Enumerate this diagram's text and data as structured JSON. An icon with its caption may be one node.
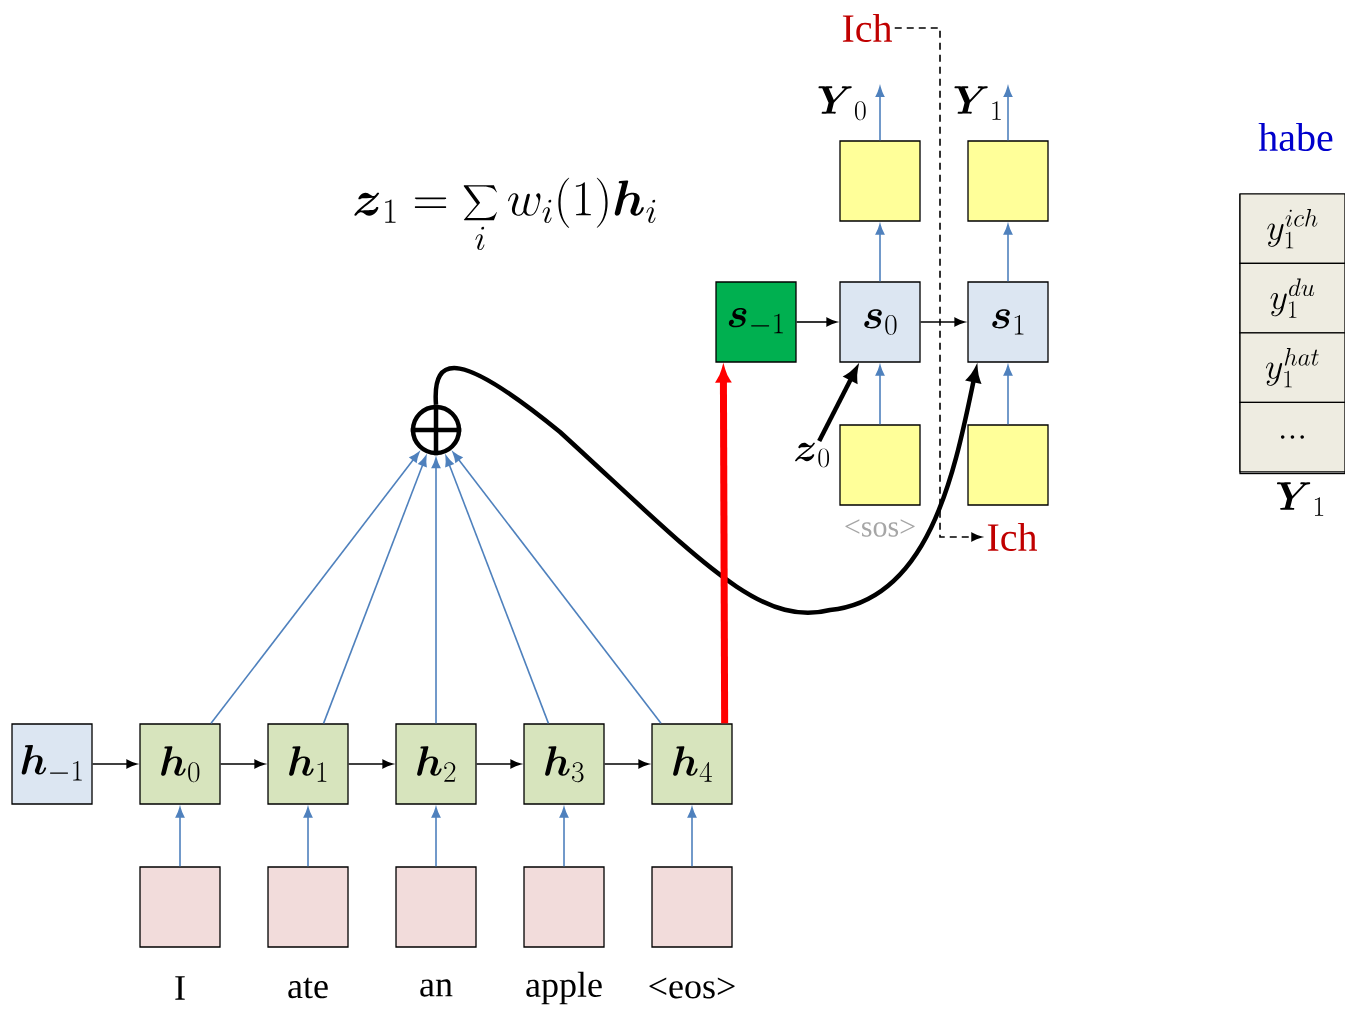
{
  "diagram": {
    "nodes": [
      {
        "text": [
          "\\boldsymbol{h}_{-1}"
        ]
      },
      {
        "text": [
          "\\boldsymbol{h}_{0}"
        ]
      },
      {
        "text": [
          "\\boldsymbol{h}_{1}"
        ]
      },
      {
        "text": [
          "\\boldsymbol{h}_{2}"
        ]
      },
      {
        "text": [
          "\\boldsymbol{h}_{3}"
        ]
      },
      {
        "text": [
          "\\boldsymbol{h}_{4}"
        ]
      },
      {
        "text": [],
        "shape": "box",
        "beside": [
          "I"
        ]
      },
      {
        "text": [],
        "shape": "box",
        "beside": [
          "ate"
        ]
      },
      {
        "text": [],
        "shape": "box",
        "beside": [
          "an"
        ]
      },
      {
        "text": [],
        "shape": "box",
        "beside": [
          "apple"
        ]
      },
      {
        "text": [],
        "shape": "box",
        "beside": [
          "<eos>"
        ]
      },
      {
        "text": [],
        "shape": "circle"
      },
      {
        "text": [
          "\\boldsymbol{s}_{-1}"
        ]
      },
      {
        "text": [
          "\\boldsymbol{s}_{0}"
        ]
      },
      {
        "text": [
          "\\boldsymbol{s}_{1}"
        ]
      },
      {
        "text": [],
        "shape": "box",
        "beside": [
          "<sos>"
        ]
      },
      {
        "text": [],
        "shape": "box"
      },
      {
        "text": [],
        "shape": "box"
      },
      {
        "text": [],
        "shape": "box"
      },
      {
        "text": [
          "\\boldsymbol{z}_{0}"
        ]
      },
      {
        "text": [
          "Ich"
        ]
      },
      {
        "text": [
          "Ich"
        ]
      },
      {
        "text": [
          "\\boldsymbol{Y}_{1}"
        ]
      },
      {
        "text": [
          "y_1^{ich}"
        ],
        "in": 22
      },
      {
        "text": [
          "y_1^{du}"
        ],
        "in": 22
      },
      {
        "text": [
          "y_1^{hat}"
        ],
        "in": 22
      },
      {
        "text": [
          "..."
        ],
        "in": 22
      },
      {
        "text": [
          "\\boldsymbol{Y}_{0}"
        ]
      },
      {
        "text": [
          "\\boldsymbol{Y}_{1}"
        ]
      }
    ],
    "edges": [
      {
        "from": 0,
        "to": 1,
        "arrow": "to",
        "color": "#000000"
      },
      {
        "from": 1,
        "to": 2,
        "arrow": "to",
        "color": "#000000"
      },
      {
        "from": 2,
        "to": 3,
        "arrow": "to",
        "color": "#000000"
      },
      {
        "from": 3,
        "to": 4,
        "arrow": "to",
        "color": "#000000"
      },
      {
        "from": 4,
        "to": 5,
        "arrow": "to",
        "color": "#000000"
      },
      {
        "from": 6,
        "to": 1,
        "arrow": "to"
      },
      {
        "from": 7,
        "to": 2,
        "arrow": "to"
      },
      {
        "from": 8,
        "to": 3,
        "arrow": "to"
      },
      {
        "from": 9,
        "to": 4,
        "arrow": "to"
      },
      {
        "from": 10,
        "to": 5,
        "arrow": "to"
      },
      {
        "from": 1,
        "to": 11,
        "arrow": "to"
      },
      {
        "from": 2,
        "to": 11,
        "arrow": "to"
      },
      {
        "from": 3,
        "to": 11,
        "arrow": "to"
      },
      {
        "from": 4,
        "to": 11,
        "arrow": "to"
      },
      {
        "from": 5,
        "to": 11,
        "arrow": "to"
      },
      {
        "from": 11,
        "to": 14,
        "arrow": "to",
        "style": "thick",
        "color": "#000000"
      },
      {
        "from": 5,
        "to": 12,
        "arrow": "to",
        "style": "thick",
        "color": "#ff0000"
      },
      {
        "from": 12,
        "to": 13,
        "arrow": "to",
        "color": "#000000"
      },
      {
        "from": 13,
        "to": 14,
        "arrow": "to",
        "color": "#000000"
      },
      {
        "from": 15,
        "to": 13,
        "arrow": "to"
      },
      {
        "from": 16,
        "to": 14,
        "arrow": "to"
      },
      {
        "from": 13,
        "to": 17,
        "arrow": "to"
      },
      {
        "from": 14,
        "to": 18,
        "arrow": "to"
      },
      {
        "from": 17,
        "to": 27,
        "arrow": "to"
      },
      {
        "from": 18,
        "to": 28,
        "arrow": "to"
      },
      {
        "from": 19,
        "to": 13,
        "arrow": "to",
        "style": "thick",
        "color": "#000000"
      },
      {
        "from": 20,
        "to": 21,
        "arrow": "to",
        "style": "dashed",
        "color": "#000000"
      }
    ],
    "labels": [
      "\\boldsymbol{z}_1 = \\sum_i w_i(1)\\boldsymbol{h}_i",
      "habe"
    ]
  }
}
